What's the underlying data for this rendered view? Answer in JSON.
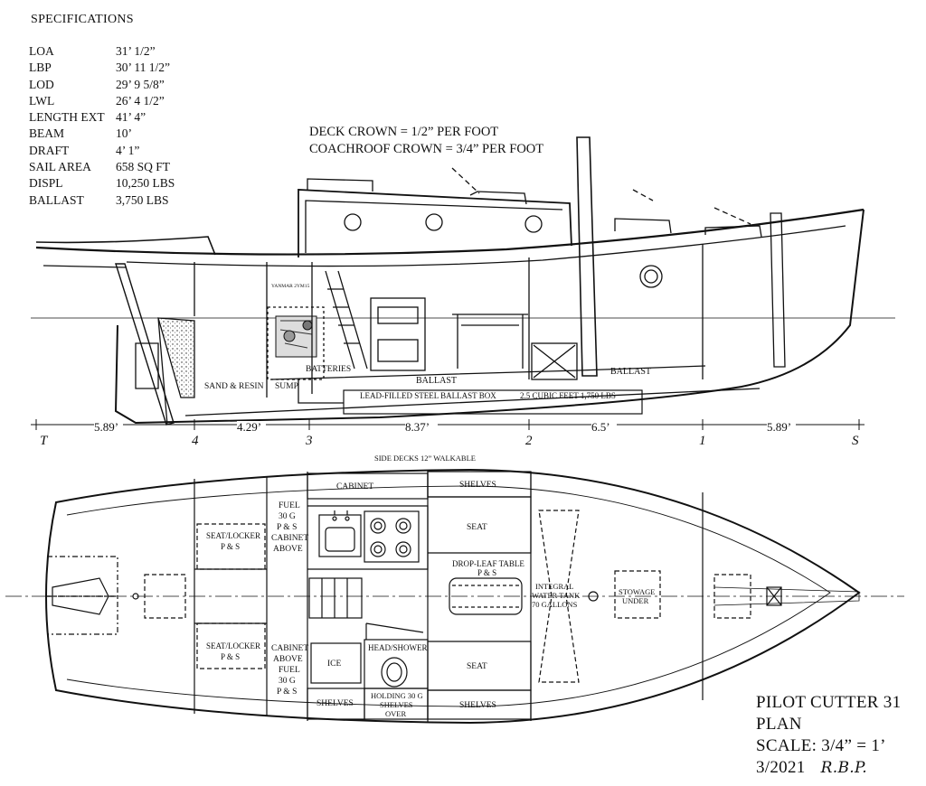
{
  "specifications": {
    "title": "SPECIFICATIONS",
    "rows": [
      {
        "key": "LOA",
        "value": "31’ 1/2”"
      },
      {
        "key": "LBP",
        "value": "30’ 11 1/2”"
      },
      {
        "key": "LOD",
        "value": "29’ 9 5/8”"
      },
      {
        "key": "LWL",
        "value": "26’ 4 1/2”"
      },
      {
        "key": "LENGTH EXT",
        "value": "41’ 4”"
      },
      {
        "key": "BEAM",
        "value": "10’"
      },
      {
        "key": "DRAFT",
        "value": "4’ 1”"
      },
      {
        "key": "SAIL AREA",
        "value": "658 SQ FT"
      },
      {
        "key": "DISPL",
        "value": "10,250 LBS"
      },
      {
        "key": "BALLAST",
        "value": "3,750 LBS"
      }
    ]
  },
  "notes": {
    "deck_crown": "DECK CROWN = 1/2” PER FOOT",
    "coachroof_crown": "COACHROOF CROWN = 3/4” PER FOOT"
  },
  "profile": {
    "engine": "YANMAR 2YM15",
    "batteries": "BATTERIES",
    "sand_resin": "SAND & RESIN",
    "sump": "SUMP",
    "ballast_aft": "BALLAST",
    "ballast_fwd": "BALLAST",
    "ballast_box": "LEAD-FILLED STEEL BALLAST BOX",
    "ballast_box_detail": "2.5 CUBIC FEET  1,750 LBS"
  },
  "stations": {
    "markers": [
      "T",
      "4",
      "3",
      "2",
      "1",
      "S"
    ],
    "spacings": [
      "5.89’",
      "4.29’",
      "8.37’",
      "6.5’",
      "5.89’"
    ]
  },
  "plan": {
    "side_decks": "SIDE DECKS 12” WALKABLE",
    "cabinet": "CABINET",
    "shelves_top": "SHELVES",
    "shelves_bot_left": "SHELVES",
    "shelves_bot_right": "SHELVES",
    "fuel_top": [
      "FUEL",
      "30 G",
      "P & S"
    ],
    "cabinet_above_top": [
      "CABINET",
      "ABOVE"
    ],
    "seat_locker_top": [
      "SEAT/LOCKER",
      "P & S"
    ],
    "seat_locker_bot": [
      "SEAT/LOCKER",
      "P & S"
    ],
    "cabinet_above_bot": [
      "CABINET",
      "ABOVE"
    ],
    "fuel_bot": [
      "FUEL",
      "30 G",
      "P & S"
    ],
    "seat_top": "SEAT",
    "seat_bot": "SEAT",
    "drop_leaf": [
      "DROP-LEAF TABLE",
      "P & S"
    ],
    "water_tank": [
      "INTEGRAL",
      "WATER TANK",
      "70 GALLONS"
    ],
    "stowage": [
      "STOWAGE",
      "UNDER"
    ],
    "ice": "ICE",
    "head": "HEAD/SHOWER",
    "holding": [
      "HOLDING 30 G",
      "SHELVES",
      "OVER"
    ]
  },
  "title_block": {
    "name": "PILOT CUTTER 31",
    "view": "PLAN",
    "scale": "SCALE: 3/4” = 1’",
    "date": "3/2021",
    "signature": "R.B.P."
  }
}
